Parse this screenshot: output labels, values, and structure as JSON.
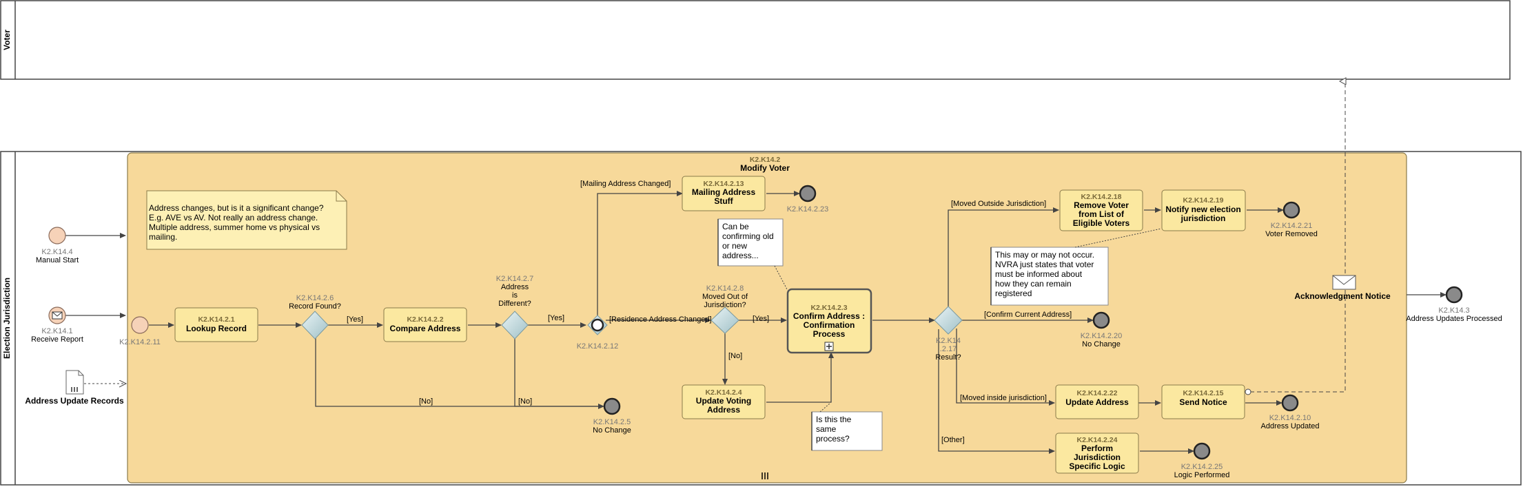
{
  "lanes": {
    "voter": "Voter",
    "jurisdiction": "Election Jurisdiction"
  },
  "subprocess": {
    "id": "K2.K14.2",
    "name": "Modify Voter"
  },
  "tasks": {
    "lookup": {
      "id": "K2.K14.2.1",
      "name": "Lookup Record"
    },
    "compare": {
      "id": "K2.K14.2.2",
      "name": "Compare Address"
    },
    "mailing_l1": "Mailing Address",
    "mailing_l2": "Stuff",
    "mailing_id": "K2.K14.2.13",
    "update_voting_l1": "Update Voting",
    "update_voting_l2": "Address",
    "update_voting_id": "K2.K14.2.4",
    "confirm_l1": "Confirm Address :",
    "confirm_l2": "Confirmation",
    "confirm_l3": "Process",
    "confirm_id": "K2.K14.2.3",
    "remove_l1": "Remove Voter",
    "remove_l2": "from List of",
    "remove_l3": "Eligible Voters",
    "remove_id": "K2.K14.2.18",
    "notify_l1": "Notify new election",
    "notify_l2": "jurisdiction",
    "notify_id": "K2.K14.2.19",
    "update_addr": {
      "id": "K2.K14.2.22",
      "name": "Update Address"
    },
    "send_notice": {
      "id": "K2.K14.2.15",
      "name": "Send Notice"
    },
    "perform_l1": "Perform",
    "perform_l2": "Jurisdiction",
    "perform_l3": "Specific Logic",
    "perform_id": "K2.K14.2.24"
  },
  "events": {
    "manual_start": {
      "id": "K2.K14.4",
      "name": "Manual Start"
    },
    "receive_report": {
      "id": "K2.K14.1",
      "name": "Receive Report"
    },
    "sub_start_id": "K2.K14.2.11",
    "intermediate_id": "K2.K14.2.12",
    "end_2_23": "K2.K14.2.23",
    "no_change_5": {
      "id": "K2.K14.2.5",
      "name": "No Change"
    },
    "no_change_20": {
      "id": "K2.K14.2.20",
      "name": "No Change"
    },
    "voter_removed": {
      "id": "K2.K14.2.21",
      "name": "Voter Removed"
    },
    "address_updated": {
      "id": "K2.K14.2.10",
      "name": "Address Updated"
    },
    "logic_performed": {
      "id": "K2.K14.2.25",
      "name": "Logic Performed"
    },
    "processed": {
      "id": "K2.K14.3",
      "name": "Address Updates Processed"
    }
  },
  "gateways": {
    "record_found_id": "K2.K14.2.6",
    "record_found": "Record Found?",
    "different_id": "K2.K14.2.7",
    "different_l1": "Address",
    "different_l2": "is",
    "different_l3": "Different?",
    "moved_id": "K2.K14.2.8",
    "moved_l1": "Moved Out of",
    "moved_l2": "Jurisdiction?",
    "result_id_l1": "K2.K14",
    "result_id_l2": ".2.17",
    "result": "Result?"
  },
  "flows": {
    "yes1": "[Yes]",
    "yes2": "[Yes]",
    "yes3": "[Yes]",
    "no1": "[No]",
    "no2": "[No]",
    "no3": "[No]",
    "mailing_changed": "[Mailing Address Changed]",
    "residence_changed": "[Residence Address Changed]",
    "moved_outside": "[Moved Outside Jurisdiction]",
    "confirm_current": "[Confirm Current Address]",
    "moved_inside": "[Moved inside jurisdiction]",
    "other": "[Other]"
  },
  "data_object": "Address Update Records",
  "message": "Acknowledgment Notice",
  "notes": {
    "significant_l1": "Address changes, but is it a significant change?",
    "significant_l2": "E.g. AVE vs AV. Not really an address change.",
    "significant_l3": "Multiple address, summer home vs physical vs",
    "significant_l4": "mailing.",
    "confirming_l1": "Can be",
    "confirming_l2": "confirming old",
    "confirming_l3": "or new",
    "confirming_l4": "address...",
    "nvra_l1": "This may or may not occur.",
    "nvra_l2": "NVRA just states that voter",
    "nvra_l3": "must be informed about",
    "nvra_l4": "how they can remain",
    "nvra_l5": "registered",
    "same_l1": "Is this the",
    "same_l2": "same",
    "same_l3": "process?"
  },
  "colors": {
    "subprocess_fill": "#f7d99a",
    "task_fill": "#fbe8a0",
    "task_stroke": "#8a7a4a",
    "note_fill": "#fdf0b5",
    "gateway_fill": "#cfe3e6",
    "start_fill": "#f6d2b8",
    "end_fill": "#8a8a8a"
  }
}
